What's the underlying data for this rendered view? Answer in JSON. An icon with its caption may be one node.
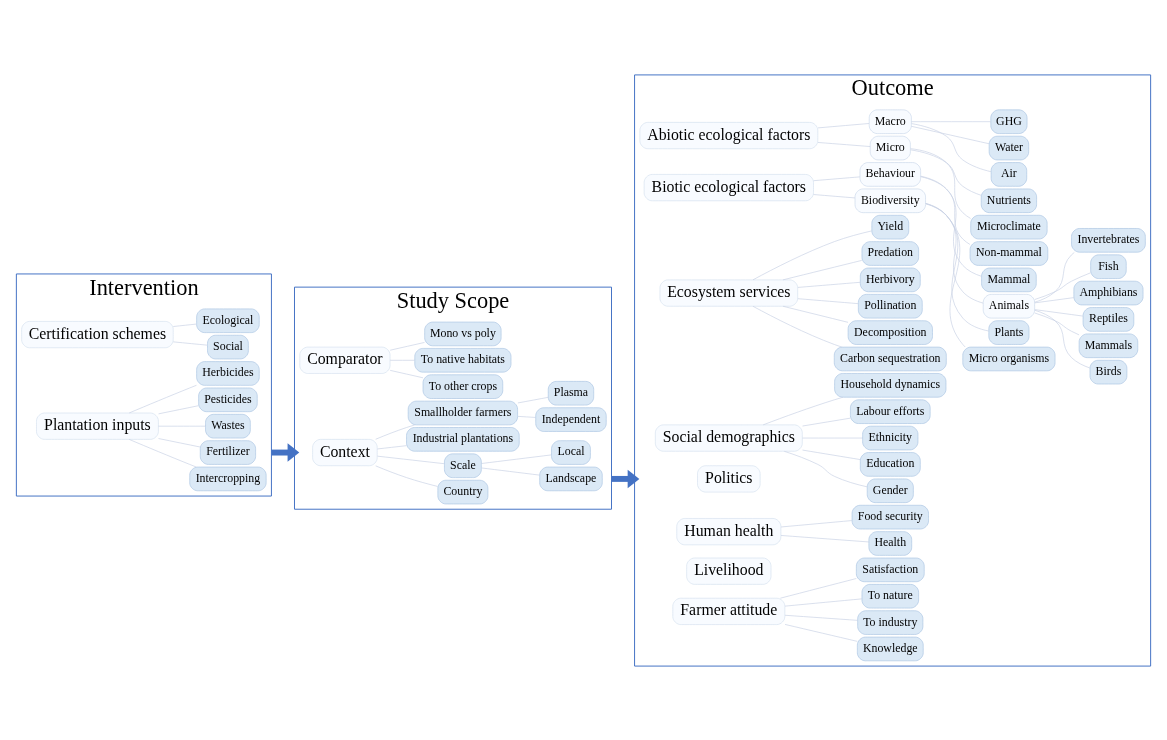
{
  "diagram": {
    "nodes": [
      {
        "text": [
          "Intervention"
        ]
      },
      {
        "text": [
          "Certification schemes"
        ],
        "in": 0
      },
      {
        "text": [
          "Social"
        ],
        "in": 0
      },
      {
        "text": [
          "Ecological"
        ],
        "in": 0
      },
      {
        "text": [
          "Plantation inputs"
        ],
        "in": 0
      },
      {
        "text": [
          "Intercropping"
        ],
        "in": 0
      },
      {
        "text": [
          "Fertilizer"
        ],
        "in": 0
      },
      {
        "text": [
          "Wastes"
        ],
        "in": 0
      },
      {
        "text": [
          "Pesticides"
        ],
        "in": 0
      },
      {
        "text": [
          "Herbicides"
        ],
        "in": 0
      },
      {
        "text": [
          "Study Scope"
        ]
      },
      {
        "text": [
          "Comparator"
        ],
        "in": 10
      },
      {
        "text": [
          "To other crops"
        ],
        "in": 10
      },
      {
        "text": [
          "To native habitats"
        ],
        "in": 10
      },
      {
        "text": [
          "Mono vs poly"
        ],
        "in": 10
      },
      {
        "text": [
          "Context"
        ],
        "in": 10
      },
      {
        "text": [
          "Country"
        ],
        "in": 10
      },
      {
        "text": [
          "Scale"
        ],
        "in": 10
      },
      {
        "text": [
          "Landscape"
        ],
        "in": 10
      },
      {
        "text": [
          "Local"
        ],
        "in": 10
      },
      {
        "text": [
          "Industrial plantations"
        ],
        "in": 10
      },
      {
        "text": [
          "Smallholder farmers"
        ],
        "in": 10
      },
      {
        "text": [
          "Independent"
        ],
        "in": 10
      },
      {
        "text": [
          "Plasma"
        ],
        "in": 10
      },
      {
        "text": [
          "Outcome"
        ]
      },
      {
        "text": [
          "Abiotic ecological factors"
        ],
        "in": 24
      },
      {
        "text": [
          "Micro"
        ],
        "in": 24
      },
      {
        "text": [
          "Microclimate"
        ],
        "in": 24
      },
      {
        "text": [
          "Nutrients"
        ],
        "in": 24
      },
      {
        "text": [
          "Macro"
        ],
        "in": 24
      },
      {
        "text": [
          "Air"
        ],
        "in": 24
      },
      {
        "text": [
          "Water"
        ],
        "in": 24
      },
      {
        "text": [
          "GHG"
        ],
        "in": 24
      },
      {
        "text": [
          "Biotic ecological factors"
        ],
        "in": 24
      },
      {
        "text": [
          "Biodiversity"
        ],
        "in": 24
      },
      {
        "text": [
          "Micro organisms"
        ],
        "in": 24
      },
      {
        "text": [
          "Plants"
        ],
        "in": 24
      },
      {
        "text": [
          "Animals"
        ],
        "in": 24
      },
      {
        "text": [
          "Birds"
        ],
        "in": 24
      },
      {
        "text": [
          "Mammals"
        ],
        "in": 24
      },
      {
        "text": [
          "Reptiles"
        ],
        "in": 24
      },
      {
        "text": [
          "Amphibians"
        ],
        "in": 24
      },
      {
        "text": [
          "Fish"
        ],
        "in": 24
      },
      {
        "text": [
          "Invertebrates"
        ],
        "in": 24
      },
      {
        "text": [
          "Behaviour"
        ],
        "in": 24
      },
      {
        "text": [
          "Mammal"
        ],
        "in": 24
      },
      {
        "text": [
          "Non-mammal"
        ],
        "in": 24
      },
      {
        "text": [
          "Ecosystem services"
        ],
        "in": 24
      },
      {
        "text": [
          "Carbon sequestration"
        ],
        "in": 24
      },
      {
        "text": [
          "Decomposition"
        ],
        "in": 24
      },
      {
        "text": [
          "Pollination"
        ],
        "in": 24
      },
      {
        "text": [
          "Herbivory"
        ],
        "in": 24
      },
      {
        "text": [
          "Predation"
        ],
        "in": 24
      },
      {
        "text": [
          "Yield"
        ],
        "in": 24
      },
      {
        "text": [
          "Social demographics"
        ],
        "in": 24
      },
      {
        "text": [
          "Gender"
        ],
        "in": 24
      },
      {
        "text": [
          "Education"
        ],
        "in": 24
      },
      {
        "text": [
          "Ethnicity"
        ],
        "in": 24
      },
      {
        "text": [
          "Labour efforts"
        ],
        "in": 24
      },
      {
        "text": [
          "Household dynamics"
        ],
        "in": 24
      },
      {
        "text": [
          "Politics"
        ],
        "in": 24
      },
      {
        "text": [
          "Human health"
        ],
        "in": 24
      },
      {
        "text": [
          "Health"
        ],
        "in": 24
      },
      {
        "text": [
          "Food security"
        ],
        "in": 24
      },
      {
        "text": [
          "Livelihood"
        ],
        "in": 24
      },
      {
        "text": [
          "Farmer attitude"
        ],
        "in": 24
      },
      {
        "text": [
          "Knowledge"
        ],
        "in": 24
      },
      {
        "text": [
          "To industry"
        ],
        "in": 24
      },
      {
        "text": [
          "To nature"
        ],
        "in": 24
      },
      {
        "text": [
          "Satisfaction"
        ],
        "in": 24
      }
    ],
    "edges": [
      {
        "from": 0,
        "to": 10,
        "arrow": "to",
        "style": "thick",
        "color": "#4472c4"
      },
      {
        "from": 10,
        "to": 24,
        "arrow": "to",
        "style": "thick",
        "color": "#4472c4"
      },
      {
        "from": 1,
        "to": 2,
        "arrow": "none"
      },
      {
        "from": 1,
        "to": 3,
        "arrow": "none"
      },
      {
        "from": 4,
        "to": 5,
        "arrow": "none"
      },
      {
        "from": 4,
        "to": 6,
        "arrow": "none"
      },
      {
        "from": 4,
        "to": 7,
        "arrow": "none"
      },
      {
        "from": 4,
        "to": 8,
        "arrow": "none"
      },
      {
        "from": 4,
        "to": 9,
        "arrow": "none"
      },
      {
        "from": 11,
        "to": 12,
        "arrow": "none"
      },
      {
        "from": 11,
        "to": 13,
        "arrow": "none"
      },
      {
        "from": 11,
        "to": 14,
        "arrow": "none"
      },
      {
        "from": 15,
        "to": 16,
        "arrow": "none"
      },
      {
        "from": 15,
        "to": 17,
        "arrow": "none"
      },
      {
        "from": 15,
        "to": 20,
        "arrow": "none"
      },
      {
        "from": 15,
        "to": 21,
        "arrow": "none"
      },
      {
        "from": 17,
        "to": 18,
        "arrow": "none"
      },
      {
        "from": 17,
        "to": 19,
        "arrow": "none"
      },
      {
        "from": 21,
        "to": 22,
        "arrow": "none"
      },
      {
        "from": 21,
        "to": 23,
        "arrow": "none"
      },
      {
        "from": 25,
        "to": 26,
        "arrow": "none"
      },
      {
        "from": 25,
        "to": 29,
        "arrow": "none"
      },
      {
        "from": 26,
        "to": 27,
        "arrow": "none"
      },
      {
        "from": 26,
        "to": 28,
        "arrow": "none"
      },
      {
        "from": 29,
        "to": 30,
        "arrow": "none"
      },
      {
        "from": 29,
        "to": 31,
        "arrow": "none"
      },
      {
        "from": 29,
        "to": 32,
        "arrow": "none"
      },
      {
        "from": 33,
        "to": 34,
        "arrow": "none"
      },
      {
        "from": 33,
        "to": 44,
        "arrow": "none"
      },
      {
        "from": 34,
        "to": 35,
        "arrow": "none"
      },
      {
        "from": 34,
        "to": 36,
        "arrow": "none"
      },
      {
        "from": 34,
        "to": 37,
        "arrow": "none"
      },
      {
        "from": 37,
        "to": 38,
        "arrow": "none"
      },
      {
        "from": 37,
        "to": 39,
        "arrow": "none"
      },
      {
        "from": 37,
        "to": 40,
        "arrow": "none"
      },
      {
        "from": 37,
        "to": 41,
        "arrow": "none"
      },
      {
        "from": 37,
        "to": 42,
        "arrow": "none"
      },
      {
        "from": 37,
        "to": 43,
        "arrow": "none"
      },
      {
        "from": 44,
        "to": 45,
        "arrow": "none"
      },
      {
        "from": 44,
        "to": 46,
        "arrow": "none"
      },
      {
        "from": 47,
        "to": 48,
        "arrow": "none"
      },
      {
        "from": 47,
        "to": 49,
        "arrow": "none"
      },
      {
        "from": 47,
        "to": 50,
        "arrow": "none"
      },
      {
        "from": 47,
        "to": 51,
        "arrow": "none"
      },
      {
        "from": 47,
        "to": 52,
        "arrow": "none"
      },
      {
        "from": 47,
        "to": 53,
        "arrow": "none"
      },
      {
        "from": 54,
        "to": 55,
        "arrow": "none"
      },
      {
        "from": 54,
        "to": 56,
        "arrow": "none"
      },
      {
        "from": 54,
        "to": 57,
        "arrow": "none"
      },
      {
        "from": 54,
        "to": 58,
        "arrow": "none"
      },
      {
        "from": 54,
        "to": 59,
        "arrow": "none"
      },
      {
        "from": 61,
        "to": 62,
        "arrow": "none"
      },
      {
        "from": 61,
        "to": 63,
        "arrow": "none"
      },
      {
        "from": 65,
        "to": 66,
        "arrow": "none"
      },
      {
        "from": 65,
        "to": 67,
        "arrow": "none"
      },
      {
        "from": 65,
        "to": 68,
        "arrow": "none"
      },
      {
        "from": 65,
        "to": 69,
        "arrow": "none"
      }
    ]
  }
}
